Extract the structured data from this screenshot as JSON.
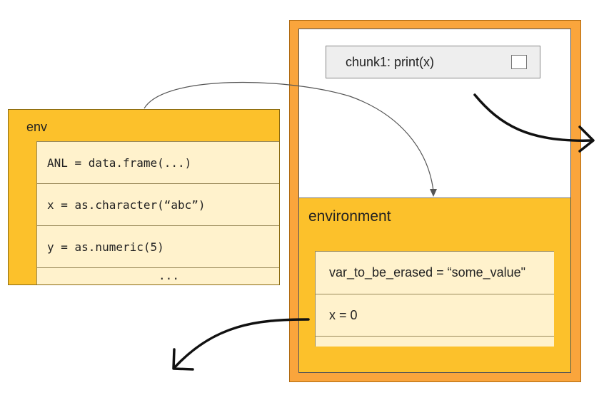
{
  "env": {
    "label": "env",
    "rows": [
      "ANL = data.frame(...)",
      "x = as.character(“abc”)",
      "y = as.numeric(5)"
    ],
    "ellipsis": "..."
  },
  "chunk": {
    "label": "chunk1: print(x)"
  },
  "environment": {
    "label": "environment",
    "rows": [
      "var_to_be_erased = “some_value\"",
      "x = 0"
    ]
  },
  "colors": {
    "env_fill": "#fcc12b",
    "outer_fill": "#faa53c",
    "row_fill": "#fff2cc",
    "chunk_fill": "#eeeeee"
  }
}
